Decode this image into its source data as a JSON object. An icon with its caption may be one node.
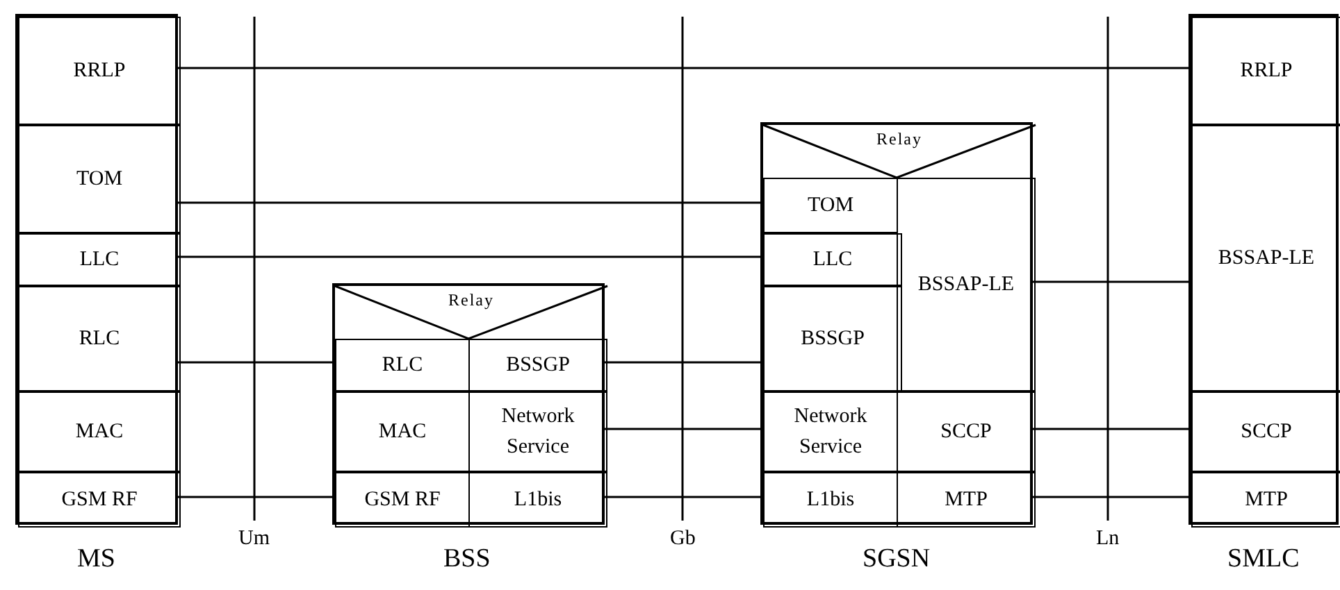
{
  "diagram": {
    "nodes": [
      {
        "text": [
          "MS"
        ]
      },
      {
        "text": [
          "RRLP"
        ],
        "in": 0
      },
      {
        "text": [
          "TOM"
        ],
        "in": 0
      },
      {
        "text": [
          "LLC"
        ],
        "in": 0
      },
      {
        "text": [
          "RLC"
        ],
        "in": 0
      },
      {
        "text": [
          "MAC"
        ],
        "in": 0
      },
      {
        "text": [
          "GSM RF"
        ],
        "in": 0
      },
      {
        "text": [
          "BSS"
        ]
      },
      {
        "text": [
          "Relay"
        ],
        "in": 7
      },
      {
        "text": [
          "RLC"
        ],
        "in": 7
      },
      {
        "text": [
          "BSSGP"
        ],
        "in": 7
      },
      {
        "text": [
          "MAC"
        ],
        "in": 7
      },
      {
        "text": [
          "Network Service"
        ],
        "in": 7
      },
      {
        "text": [
          "GSM RF"
        ],
        "in": 7
      },
      {
        "text": [
          "L1bis"
        ],
        "in": 7
      },
      {
        "text": [
          "SGSN"
        ]
      },
      {
        "text": [
          "Relay"
        ],
        "in": 15
      },
      {
        "text": [
          "TOM"
        ],
        "in": 15
      },
      {
        "text": [
          "LLC"
        ],
        "in": 15
      },
      {
        "text": [
          "BSSGP"
        ],
        "in": 15
      },
      {
        "text": [
          "BSSAP-LE"
        ],
        "in": 15
      },
      {
        "text": [
          "Network Service"
        ],
        "in": 15
      },
      {
        "text": [
          "SCCP"
        ],
        "in": 15
      },
      {
        "text": [
          "L1bis"
        ],
        "in": 15
      },
      {
        "text": [
          "MTP"
        ],
        "in": 15
      },
      {
        "text": [
          "SMLC"
        ]
      },
      {
        "text": [
          "RRLP"
        ],
        "in": 25
      },
      {
        "text": [
          "BSSAP-LE"
        ],
        "in": 25
      },
      {
        "text": [
          "SCCP"
        ],
        "in": 25
      },
      {
        "text": [
          "MTP"
        ],
        "in": 25
      }
    ],
    "edges": [
      {
        "from": 1,
        "to": 26,
        "arrow": "none"
      },
      {
        "from": 2,
        "to": 17,
        "arrow": "none"
      },
      {
        "from": 3,
        "to": 18,
        "arrow": "none"
      },
      {
        "from": 4,
        "to": 9,
        "arrow": "none"
      },
      {
        "from": 6,
        "to": 13,
        "arrow": "none"
      },
      {
        "from": 10,
        "to": 19,
        "arrow": "none"
      },
      {
        "from": 12,
        "to": 21,
        "arrow": "none"
      },
      {
        "from": 14,
        "to": 23,
        "arrow": "none"
      },
      {
        "from": 20,
        "to": 27,
        "arrow": "none"
      },
      {
        "from": 22,
        "to": 28,
        "arrow": "none"
      },
      {
        "from": 24,
        "to": 29,
        "arrow": "none"
      }
    ],
    "labels": [
      "Um",
      "Gb",
      "Ln"
    ]
  }
}
